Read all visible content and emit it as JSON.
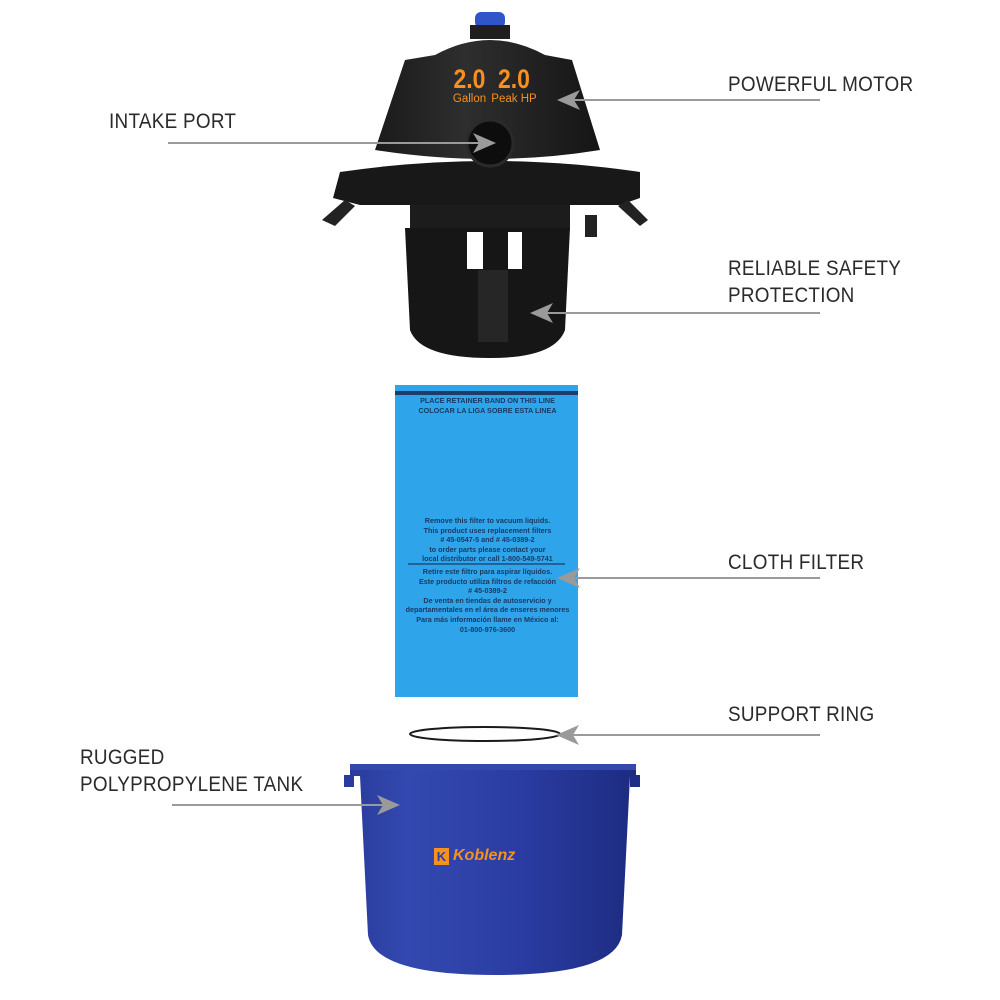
{
  "labels": {
    "powerful_motor": "POWERFUL MOTOR",
    "intake_port": "INTAKE PORT",
    "safety_line1": "RELIABLE SAFETY",
    "safety_line2": "PROTECTION",
    "cloth_filter": "CLOTH FILTER",
    "support_ring": "SUPPORT RING",
    "tank_line1": "RUGGED",
    "tank_line2": "POLYPROPYLENE TANK"
  },
  "motor_specs": {
    "capacity_value": "2.0",
    "capacity_unit": "Gallon",
    "power_value": "2.0",
    "power_unit": "Peak HP"
  },
  "filter_text": {
    "band_en": "PLACE RETAINER BAND ON THIS LINE",
    "band_es": "COLOCAR LA LIGA SOBRE ESTA LINEA",
    "en_lines": [
      "Remove this filter to vacuum liquids.",
      "This product uses replacement filters",
      "# 45-0547-5 and # 45-0389-2",
      "to order parts please contact your",
      "local distributor or call 1-800-549-5741"
    ],
    "es_lines": [
      "Retire este filtro para aspirar líquidos.",
      "Este producto utiliza filtros de refacción",
      "# 45-0389-2",
      "De venta en tiendas de autoservicio y",
      "departamentales en el área de enseres menores",
      "Para más información llame en México al:",
      "01-800-976-3600"
    ]
  },
  "brand": {
    "logo_mark": "K",
    "name": "Koblenz"
  },
  "colors": {
    "filter_blue": "#2ea4ea",
    "tank_blue": "#2b3ea3",
    "accent_orange": "#f7901e",
    "arrow_gray": "#9a9a9a"
  }
}
